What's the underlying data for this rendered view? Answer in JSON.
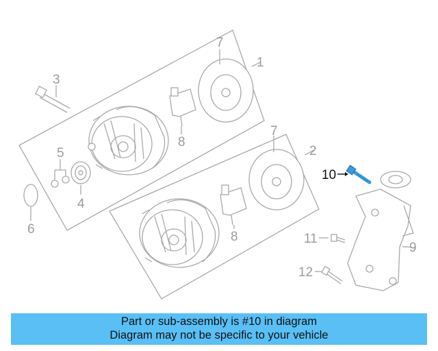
{
  "diagram": {
    "callouts": [
      "1",
      "2",
      "3",
      "4",
      "5",
      "6",
      "7",
      "7",
      "8",
      "8",
      "9",
      "10",
      "11",
      "12"
    ],
    "highlighted_part": "10",
    "highlight_color": "#3a9ad9",
    "accent_colors": {
      "line": "#a8a8a8",
      "label": "#9b9b9b",
      "highlight_label": "#111111"
    }
  },
  "banner": {
    "line1": "Part or sub-assembly is #10 in diagram",
    "line2": "Diagram may not be specific to your vehicle",
    "background": "#59bff5"
  }
}
